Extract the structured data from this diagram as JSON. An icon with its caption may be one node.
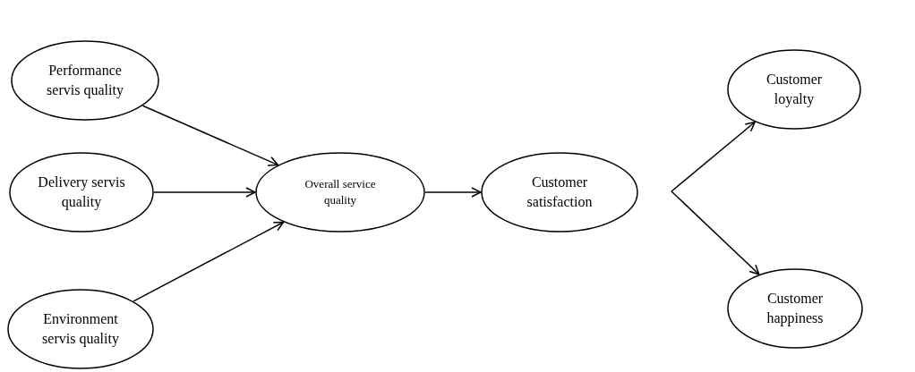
{
  "diagram": {
    "nodes": [
      {
        "text": [
          "Performance servis quality"
        ]
      },
      {
        "text": [
          "Delivery servis quality"
        ]
      },
      {
        "text": [
          "Environment servis quality"
        ]
      },
      {
        "text": [
          "Overall service quality"
        ]
      },
      {
        "text": [
          "Customer satisfaction"
        ]
      },
      {
        "text": [
          "Customer loyalty"
        ]
      },
      {
        "text": [
          "Customer happiness"
        ]
      }
    ],
    "edges": [
      {
        "from": 0,
        "to": 3,
        "arrow": "to"
      },
      {
        "from": 1,
        "to": 3,
        "arrow": "to"
      },
      {
        "from": 2,
        "to": 3,
        "arrow": "to"
      },
      {
        "from": 3,
        "to": 4,
        "arrow": "to"
      },
      {
        "from": 4,
        "to": 5,
        "arrow": "to"
      },
      {
        "from": 4,
        "to": 6,
        "arrow": "to"
      }
    ]
  }
}
